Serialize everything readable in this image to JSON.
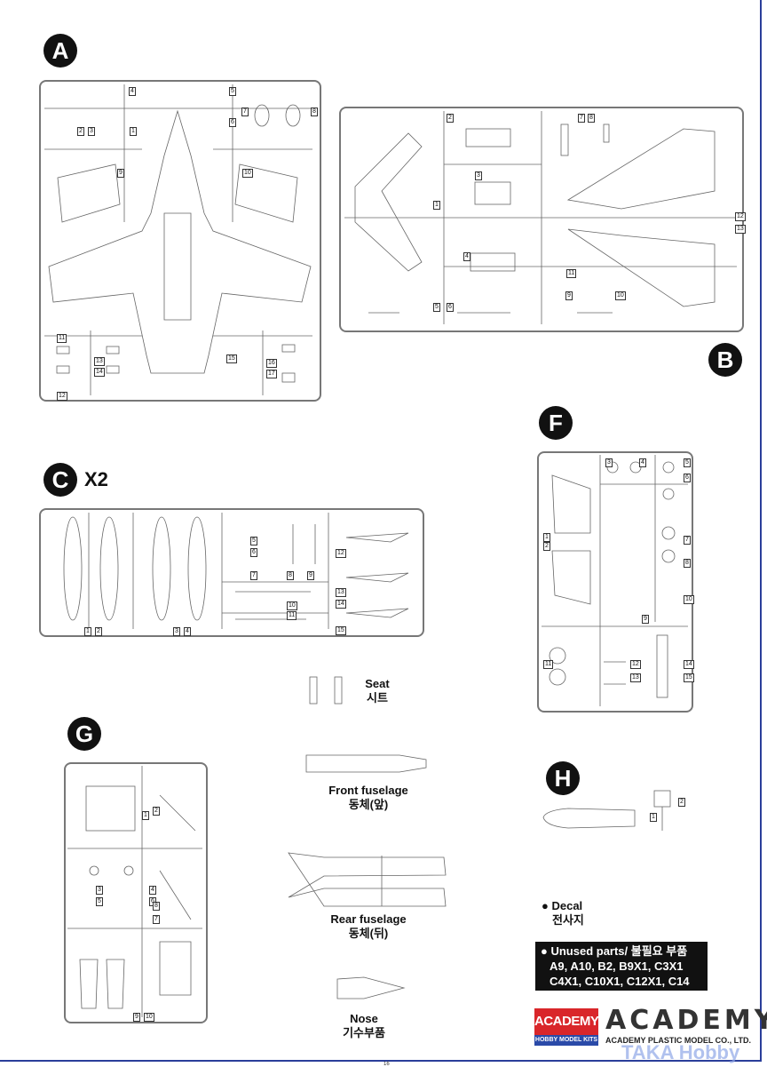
{
  "sections": {
    "A": {
      "badge": "A",
      "parts": [
        "1",
        "2",
        "3",
        "4",
        "5",
        "6",
        "7",
        "8",
        "9",
        "10",
        "11",
        "12",
        "13",
        "14",
        "15",
        "16",
        "17"
      ]
    },
    "B": {
      "badge": "B",
      "parts": [
        "1",
        "2",
        "3",
        "4",
        "5",
        "6",
        "7",
        "8",
        "9",
        "10",
        "11",
        "12",
        "13"
      ]
    },
    "C": {
      "badge": "C",
      "multiplier": "X2",
      "parts": [
        "1",
        "2",
        "3",
        "4",
        "5",
        "6",
        "7",
        "8",
        "9",
        "10",
        "11",
        "12",
        "13",
        "14",
        "15"
      ]
    },
    "F": {
      "badge": "F",
      "parts": [
        "1",
        "2",
        "3",
        "4",
        "5",
        "6",
        "7",
        "8",
        "9",
        "10",
        "11",
        "12",
        "13",
        "14",
        "15"
      ]
    },
    "G": {
      "badge": "G",
      "parts": [
        "1",
        "2",
        "3",
        "4",
        "5",
        "6",
        "7",
        "8",
        "9",
        "10"
      ]
    },
    "H": {
      "badge": "H",
      "parts": [
        "1",
        "2"
      ]
    }
  },
  "labels": {
    "seat_en": "Seat",
    "seat_ko": "시트",
    "front_en": "Front  fuselage",
    "front_ko": "동체(앞)",
    "rear_en": "Rear  fuselage",
    "rear_ko": "동체(뒤)",
    "nose_en": "Nose",
    "nose_ko": "기수부품",
    "decal_en": "Decal",
    "decal_ko": "전사지"
  },
  "unused": {
    "title": "Unused parts/ 불필요 부품",
    "line1": "A9,  A10,  B2,  B9X1,  C3X1",
    "line2": "C4X1,  C10X1,  C12X1,  C14"
  },
  "logos": {
    "academy_red": "ACADEMY",
    "hobby_kits": "HOBBY MODEL KITS",
    "academy_big": "ACADEMY",
    "company": "ACADEMY PLASTIC MODEL CO., LTD."
  },
  "footer": {
    "page": "16"
  },
  "watermark": "TAKA Hobby",
  "colors": {
    "frame": "#2a3e9a",
    "logo_red": "#d9262a",
    "logo_blue": "#2a4aa8"
  }
}
